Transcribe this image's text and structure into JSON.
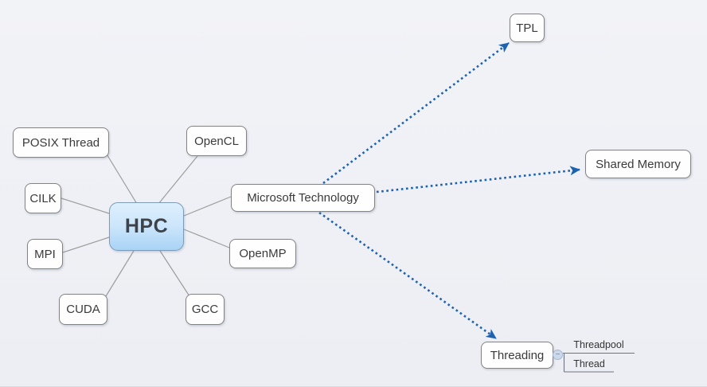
{
  "diagram": {
    "type": "mindmap",
    "root": {
      "label": "HPC"
    },
    "colors": {
      "background": "#eff1f5",
      "relationship_arrow": "#1b62b1",
      "branch_line": "#9d9d9d",
      "root_fill_top": "#ddeffe",
      "root_fill_bottom": "#a8d3f5",
      "node_border": "#838383",
      "text": "#3b3b3b"
    }
  },
  "nodes": {
    "hpc": {
      "label": "HPC"
    },
    "posix": {
      "label": "POSIX Thread"
    },
    "opencl": {
      "label": "OpenCL"
    },
    "cilk": {
      "label": "CILK"
    },
    "mpi": {
      "label": "MPI"
    },
    "cuda": {
      "label": "CUDA"
    },
    "gcc": {
      "label": "GCC"
    },
    "openmp": {
      "label": "OpenMP"
    },
    "mstech": {
      "label": "Microsoft Technology"
    },
    "tpl": {
      "label": "TPL"
    },
    "shared": {
      "label": "Shared Memory"
    },
    "threading": {
      "label": "Threading"
    },
    "threadpool": {
      "label": "Threadpool"
    },
    "thread": {
      "label": "Thread"
    }
  },
  "icons": {
    "collapse_minus": "−"
  }
}
